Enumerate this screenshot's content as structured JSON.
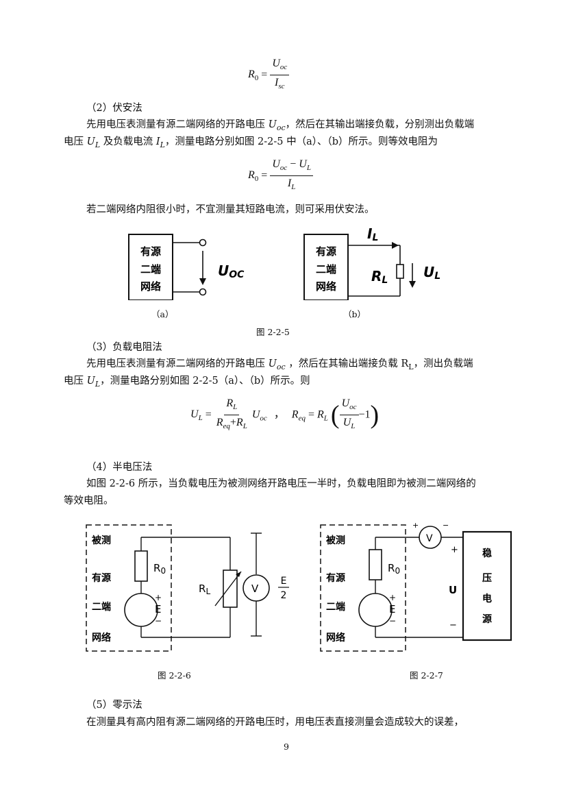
{
  "page": {
    "formula1": {
      "lhs": "R",
      "lhs_sub": "0",
      "num": "U",
      "num_sub": "oc",
      "den": "I",
      "den_sub": "sc"
    },
    "s2": {
      "heading": "（2）伏安法",
      "p1a": "先用电压表测量有源二端网络的开路电压 ",
      "p1b": "，然后在其输出端接负载，分别测出负载端",
      "p2a": "电压 ",
      "p2b": " 及负载电流 ",
      "p2c": "，测量电路分别如图 2-2-5 中（a）、（b）所示。则等效电阻为",
      "uoc": "U",
      "uoc_sub": "oc",
      "ul": "U",
      "ul_sub": "L",
      "il": "I",
      "il_sub": "L",
      "note": "若二端网络内阻很小时，不宜测量其短路电流，则可采用伏安法。"
    },
    "formula2": {
      "lhs": "R",
      "lhs_sub": "0",
      "num_a": "U",
      "num_a_sub": "oc",
      "minus": "−",
      "num_b": "U",
      "num_b_sub": "L",
      "den": "I",
      "den_sub": "L"
    },
    "fig225": {
      "box_a": [
        "有源",
        "二端",
        "网络"
      ],
      "box_b": [
        "有源",
        "二端",
        "网络"
      ],
      "label_uoc": "U",
      "label_uoc_sub": "OC",
      "label_il": "I",
      "label_il_sub": "L",
      "label_rl": "R",
      "label_rl_sub": "L",
      "label_ul": "U",
      "label_ul_sub": "L",
      "cap_a": "（a）",
      "cap_b": "（b）",
      "caption": "图 2-2-5"
    },
    "s3": {
      "heading": "（3）负载电阻法",
      "p1a": "先用电压表测量有源二端网络的开路电压 ",
      "p1b": " ，然后在其输出端接负载 R",
      "p1c": "，测出负载端",
      "p1_rsub": "L",
      "p2a": "电压 ",
      "p2b": "，测量电路分别如图 2-2-5（a）、（b）所示。则"
    },
    "formula3": {
      "lhs": "U",
      "lhs_sub": "L",
      "num": "R",
      "num_sub": "L",
      "den_a": "R",
      "den_a_sub": "eq",
      "plus": "+",
      "den_b": "R",
      "den_b_sub": "L",
      "tail": "U",
      "tail_sub": "oc",
      "sep": "，",
      "lhs2": "R",
      "lhs2_sub": "eq",
      "rl": "R",
      "rl_sub": "L",
      "inner_num": "U",
      "inner_num_sub": "oc",
      "inner_den": "U",
      "inner_den_sub": "L",
      "minus_one": "−1"
    },
    "s4": {
      "heading": "（4）半电压法",
      "p1": "如图 2-2-6 所示，当负载电压为被测网络开路电压一半时，负载电阻即为被测二端网络的",
      "p2": "等效电阻。"
    },
    "fig226": {
      "box": [
        "被测",
        "有源",
        "二端",
        "网络"
      ],
      "r0": "R",
      "r0_sub": "0",
      "e": "E",
      "plus": "+",
      "minus": "−",
      "rl": "R",
      "rl_sub": "L",
      "v": "V",
      "half_num": "E",
      "half_den": "2",
      "caption": "图 2-2-6"
    },
    "fig227": {
      "box": [
        "被测",
        "有源",
        "二端",
        "网络"
      ],
      "r0": "R",
      "r0_sub": "0",
      "e": "E",
      "plus": "+",
      "minus": "−",
      "v": "V",
      "vplus": "+",
      "vminus": "−",
      "u": "U",
      "uplus": "+",
      "uminus": "−",
      "source": [
        "稳",
        "压",
        "电",
        "源"
      ],
      "caption": "图 2-2-7"
    },
    "s5": {
      "heading": "（5）零示法",
      "p1": "在测量具有高内阻有源二端网络的开路电压时，用电压表直接测量会造成较大的误差，"
    },
    "page_number": "9"
  }
}
